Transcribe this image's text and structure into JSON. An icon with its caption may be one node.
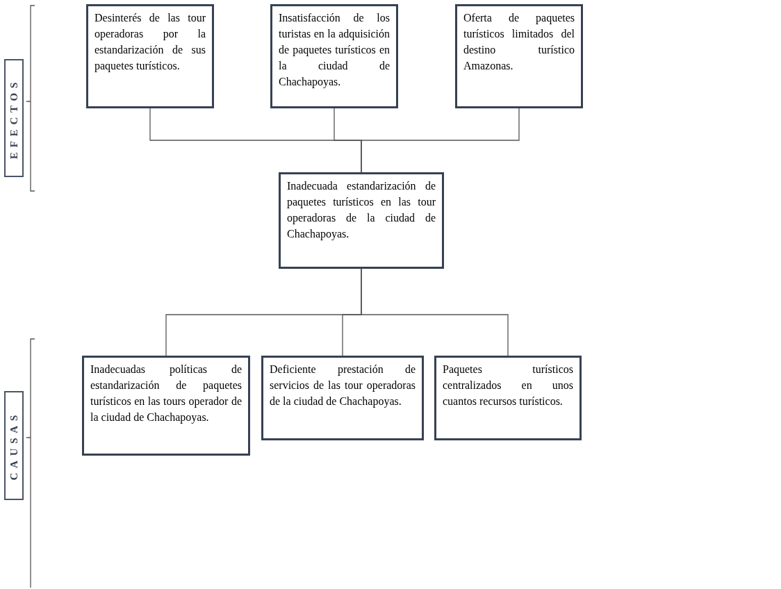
{
  "diagram": {
    "nodes": [
      {
        "text": [
          "EFECTOS"
        ]
      },
      {
        "text": [
          "Desinterés de las tour operadoras por la estandarización de sus paquetes turísticos."
        ]
      },
      {
        "text": [
          "Insatisfacción de los turistas en la adquisición de paquetes turísticos en la ciudad de Chachapoyas."
        ]
      },
      {
        "text": [
          "Oferta de paquetes turísticos limitados del destino turístico Amazonas."
        ]
      },
      {
        "text": [
          "Inadecuada estandarización de paquetes turísticos en las tour operadoras de la ciudad de Chachapoyas."
        ]
      },
      {
        "text": [
          "CAUSAS"
        ]
      },
      {
        "text": [
          "Inadecuadas políticas de estandarización de paquetes turísticos en las tours operador de la ciudad de Chachapoyas."
        ]
      },
      {
        "text": [
          "Deficiente prestación de servicios de las tour operadoras de la ciudad de Chachapoyas."
        ]
      },
      {
        "text": [
          "Paquetes turísticos centralizados en unos cuantos recursos turísticos."
        ]
      }
    ],
    "edges": [
      {
        "from": 4,
        "to": 1,
        "arrow": "none"
      },
      {
        "from": 4,
        "to": 2,
        "arrow": "none"
      },
      {
        "from": 4,
        "to": 3,
        "arrow": "none"
      },
      {
        "from": 4,
        "to": 6,
        "arrow": "none"
      },
      {
        "from": 4,
        "to": 7,
        "arrow": "none"
      },
      {
        "from": 4,
        "to": 8,
        "arrow": "none"
      }
    ]
  }
}
